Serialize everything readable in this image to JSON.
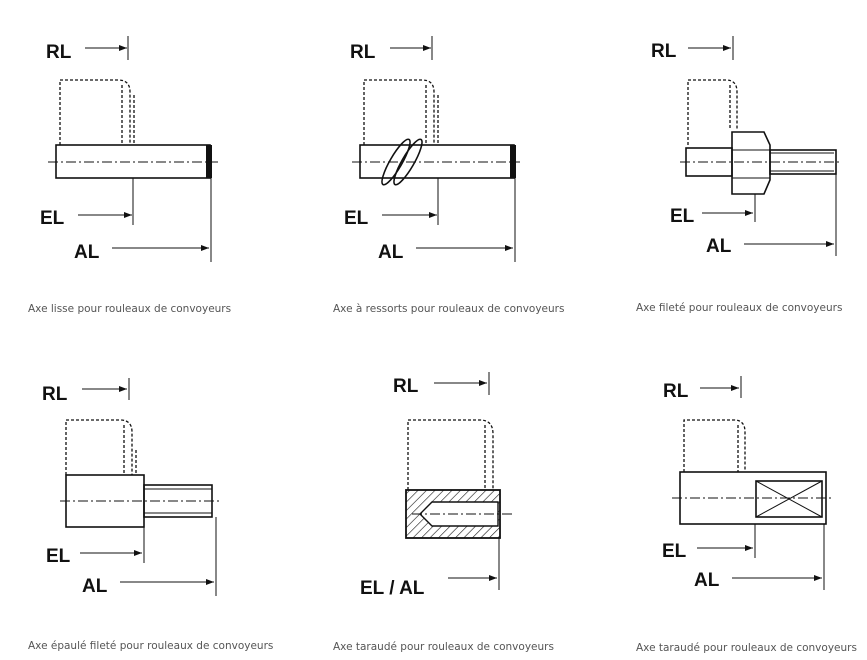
{
  "items": [
    {
      "caption": "Axe lisse pour rouleaux de convoyeurs",
      "labels": {
        "rl": "RL",
        "el": "EL",
        "al": "AL"
      }
    },
    {
      "caption": "Axe à ressorts pour rouleaux de convoyeurs",
      "labels": {
        "rl": "RL",
        "el": "EL",
        "al": "AL"
      }
    },
    {
      "caption": "Axe fileté pour rouleaux de convoyeurs",
      "labels": {
        "rl": "RL",
        "el": "EL",
        "al": "AL"
      }
    },
    {
      "caption": "Axe épaulé fileté pour rouleaux de convoyeurs",
      "labels": {
        "rl": "RL",
        "el": "EL",
        "al": "AL"
      }
    },
    {
      "caption": "Axe taraudé pour rouleaux de convoyeurs",
      "labels": {
        "rl": "RL",
        "elal": "EL / AL"
      }
    },
    {
      "caption": "Axe taraudé pour rouleaux de convoyeurs",
      "labels": {
        "rl": "RL",
        "el": "EL",
        "al": "AL"
      }
    }
  ]
}
